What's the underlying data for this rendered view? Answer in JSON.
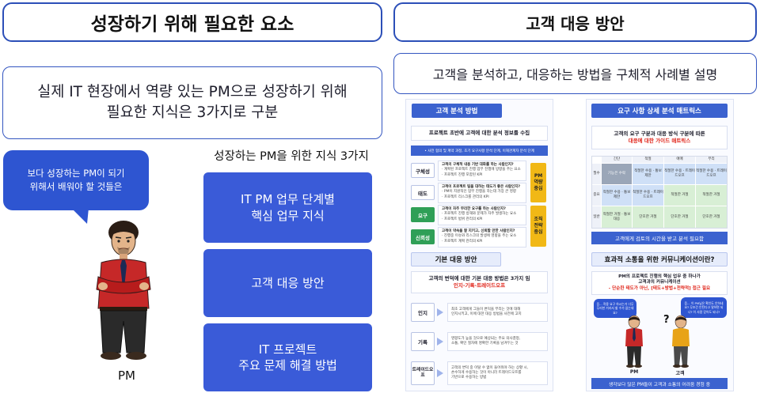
{
  "left": {
    "title": "성장하기 위해 필요한 요소",
    "intro_line1": "실제 IT 현장에서 역량 있는 PM으로 성장하기 위해",
    "intro_line2": "필요한 지식은 3가지로 구분",
    "bubble_line1": "보다 성장하는 PM이 되기",
    "bubble_line2": "위해서 배워야 할 것들은",
    "person_label": "PM",
    "knowledge_title": "성장하는 PM을 위한 지식 3가지",
    "cards": [
      {
        "line1": "IT PM 업무 단계별",
        "line2": "핵심 업무 지식"
      },
      {
        "line1": "고객 대응 방안",
        "line2": ""
      },
      {
        "line1": "IT 프로젝트",
        "line2": "주요 문제 해결 방법"
      }
    ]
  },
  "right": {
    "title": "고객 대응 방안",
    "intro": "고객을 분석하고, 대응하는 방법을 구체적 사례별 설명",
    "analysis": {
      "header": "고객 분석 방법",
      "subtitle": "프로젝트 초반에 고객에 대한 분석 정보를 수집",
      "bar": "• 사전 협의 및 계약 과정, 초기 요구사항 분석 단계, 이해관계자 분석 단계",
      "rows": [
        {
          "label": "구체성",
          "lines": [
            "고객의 구체적 내용 기반 대화를 하는 사람인지?",
            "· 계획된 프로젝트 진행 업무 진행에 방향을 주는 요소",
            "· 프로젝트 진행 포함된 KPI"
          ]
        },
        {
          "label": "태도",
          "lines": [
            "고객이 프로젝트 팀을 대하는 태도가 좋은 사람인지?",
            "· PM이 지원적인 업무 진행을 하는데 가장 큰 영향",
            "· 프로젝트 리스크를 관리의 KPI"
          ]
        },
        {
          "label": "요구",
          "lines": [
            "고객이 자주 무리한 요구를 하는 사람인지?",
            "· 프로젝트 진행 방해와 문제가 자주 발생하는 요소",
            "· 프로젝트 범위 관리의 KPI"
          ]
        },
        {
          "label": "신뢰성",
          "lines": [
            "고객이 약속을 잘 지키고, 신뢰할 만한 사람인지?",
            "· 진행중 이슈와 리스크의 발생에 영향을 주는 요소",
            "· 프로젝트 계획 관리의 KPI"
          ]
        }
      ],
      "side_top": "PM 역량 중심",
      "side_bottom": "조직 전략 중심"
    },
    "basic": {
      "header": "기본 대응 방안",
      "subtitle_line1": "고객의 변덕에 대한 기본 대응 방법은 3가지 임",
      "subtitle_line2": "인지-기록-트레이드오프",
      "rows": [
        {
          "label": "인지",
          "lines": [
            "최초 고객에게 그들이 변덕을 부리는 것에 대해",
            "인지시키고, 이에 대한 대응 방법을 사전에 고지"
          ]
        },
        {
          "label": "기록",
          "lines": [
            "영향도가 높을 것으로 예상되는 주요 의사결정,",
            "소통, 확인 절차에 명확한 기록을 남겨두는 것"
          ]
        },
        {
          "label": "트레이드오프",
          "lines": [
            "고객의 변덕 중 이탈 수 없이 들어줘야 하는 상황 시,",
            "손수하게 수용하는 것이 아니라 트레이드오프를",
            "기반으로 수용하는 방법"
          ]
        }
      ]
    },
    "matrix": {
      "header": "요구 사항 상세 분석 매트릭스",
      "subtitle_line1": "고객의 요구 구분과 대응 방식 구분에 따른",
      "subtitle_line2": "대응에 대한 가이드 매트릭스",
      "col_heads": [
        "긴단",
        "적절",
        "애매",
        "무리"
      ],
      "row_heads": [
        "필수",
        "중요",
        "일반"
      ],
      "cells": [
        [
          "기능은 수락",
          "적절한 수용 · 통보 제한",
          "적절한 수용 · 트레이드오프",
          "적절한 수용 · 트레이드오프"
        ],
        [
          "적절한 수용 · 통보 제한",
          "적절한 수용 · 트레이드오프",
          "적절한 거절",
          "적절한 거절"
        ],
        [
          "적절한 거절 · 통보 대응",
          "단호한 거절",
          "단호한 거절",
          "단호한 거절"
        ]
      ],
      "footer": "고객에게 검토의 시간을 받고 분석 필요함"
    },
    "comm": {
      "header": "효과적 소통을 위한 커뮤니케이션이란?",
      "sub_line1": "PM의 프로젝트 진행의 핵심 업무 중 하나가",
      "sub_line2": "고객과의 커뮤니케이션",
      "sub_line3": "- 단순한 태도가 아닌, [태도+방법+전략적] 접근 필요",
      "bubble_left": "음... 적용 요구 하시는거 너무 무리한 거라서 할 수가 없는데요?",
      "bubble_right": "음... 이 PM님은 확인도 안하네요? 무조건 안된다고 말하면 되나? 이 사람 믿어도 되나?",
      "pm_label": "PM",
      "client_label": "고객",
      "footer": "생각보다 많은 PM들이 고객과 소통의 어려움 경험 중"
    }
  },
  "colors": {
    "accent": "#3a5bd8",
    "border": "#2c4fb8",
    "green": "#2f9f57",
    "gold": "#f1b816",
    "red": "#e0261b"
  }
}
